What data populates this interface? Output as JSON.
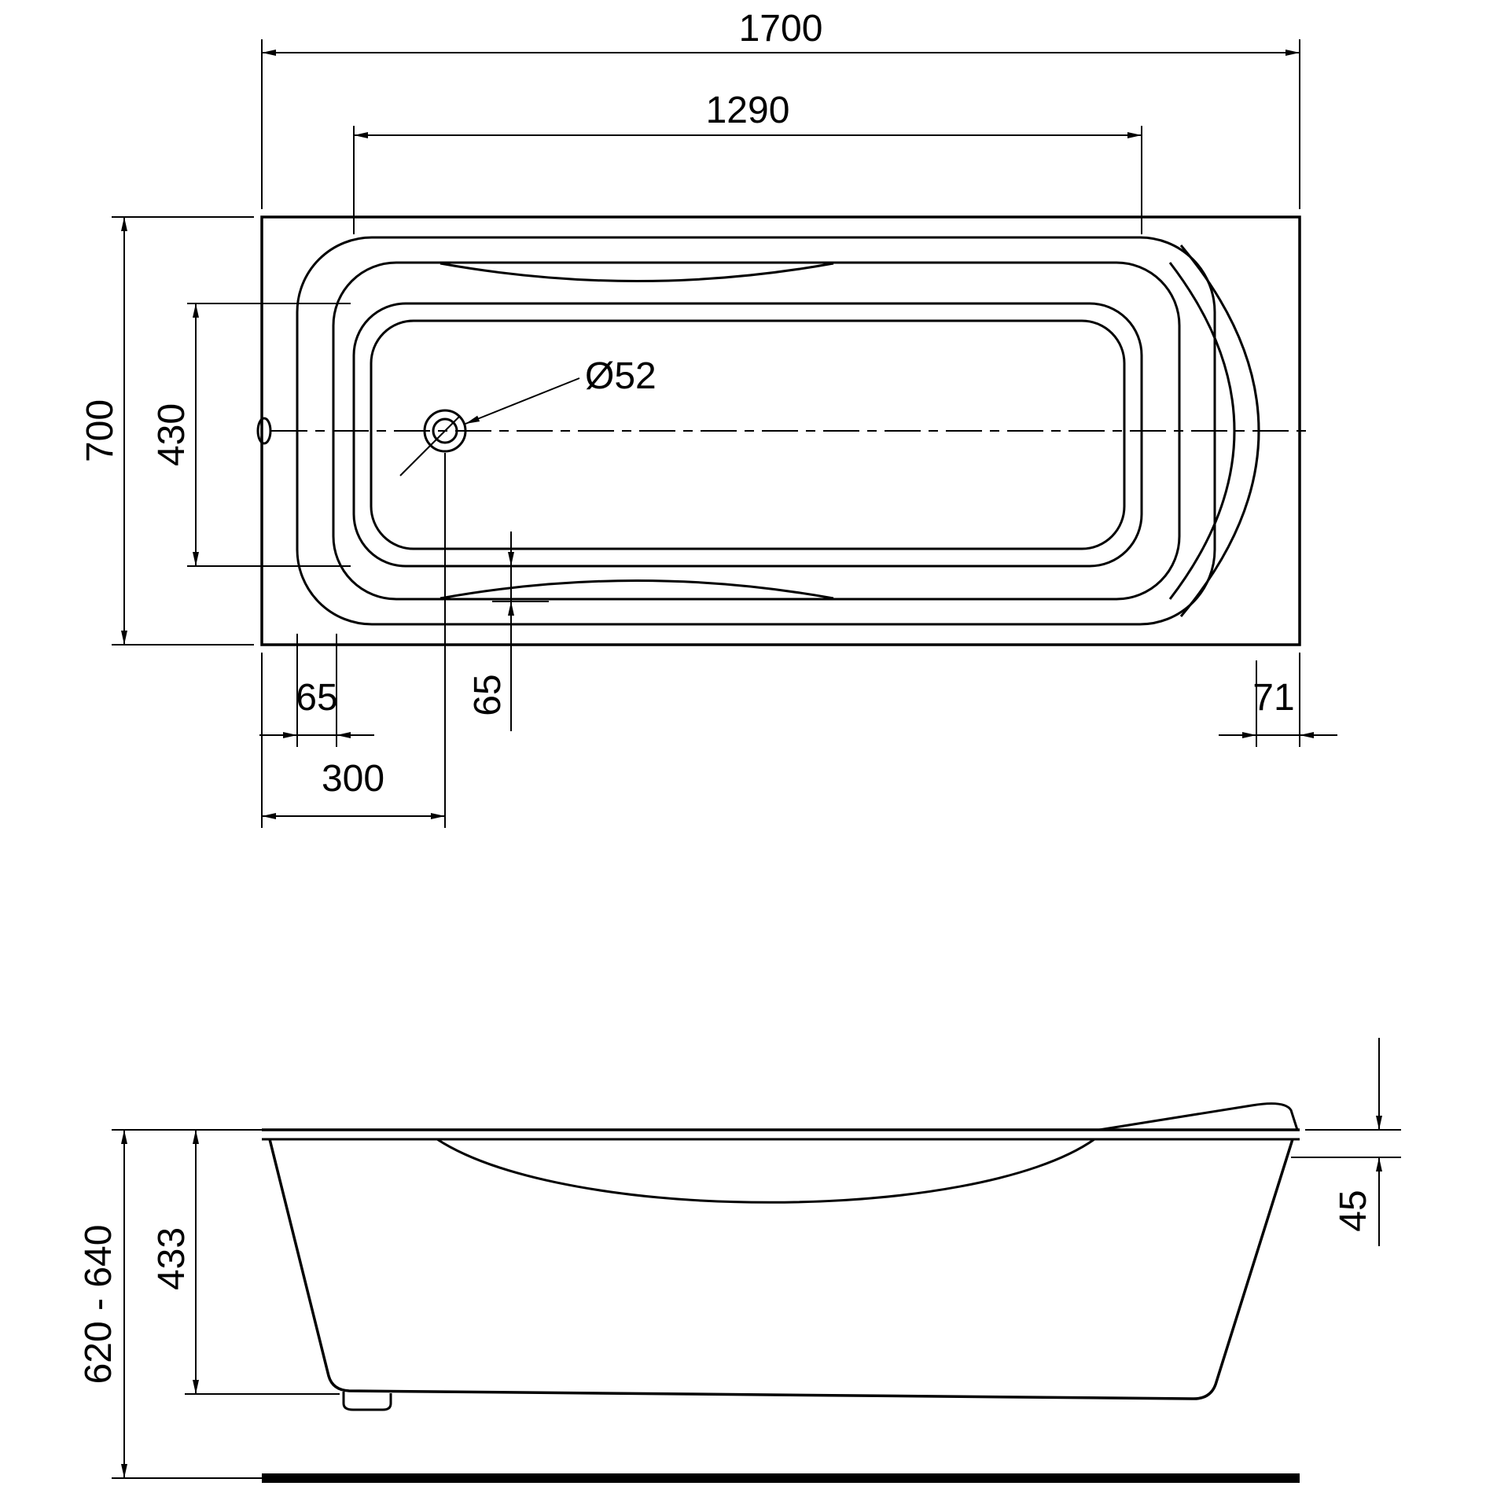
{
  "drawing": {
    "subject": "bathtub-dimension-drawing",
    "views": [
      "top-view",
      "side-view"
    ],
    "colors": {
      "line": "#000000",
      "background": "#ffffff"
    }
  },
  "dims": {
    "overall_length": "1700",
    "basin_length": "1290",
    "overall_width": "700",
    "basin_width": "430",
    "drain_diameter": "Ø52",
    "edge_left": "65",
    "edge_bottom": "65",
    "drain_offset": "300",
    "edge_right": "71",
    "overall_height": "620 - 640",
    "shell_depth": "433",
    "rim_height": "45"
  }
}
